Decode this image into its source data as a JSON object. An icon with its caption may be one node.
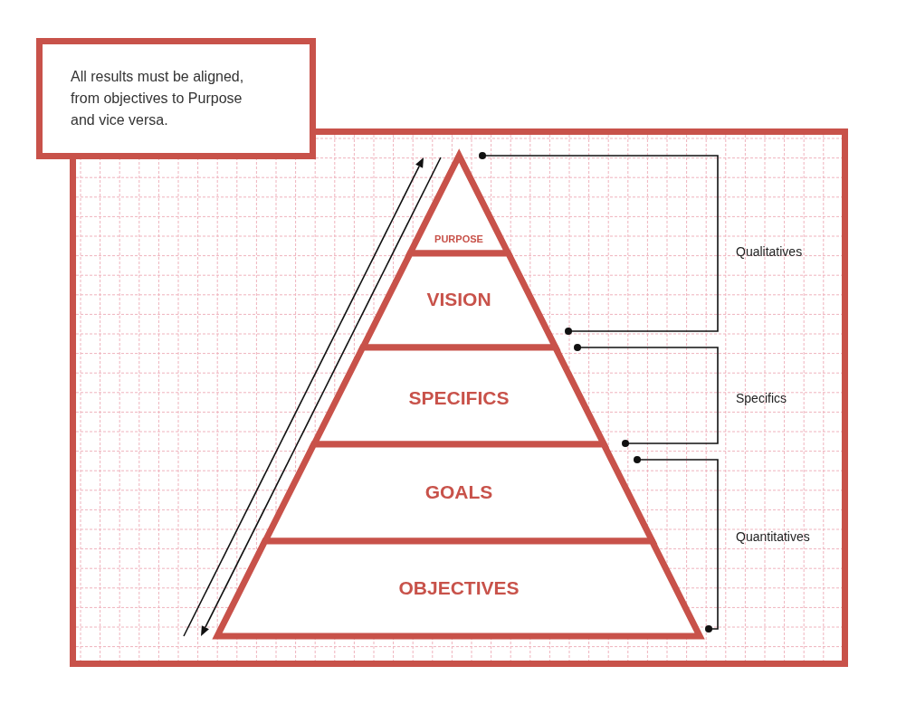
{
  "diagram": {
    "nodes": [
      {
        "text": [
          "All results must be aligned, from objectives to Purpose and vice versa."
        ]
      },
      {
        "text": [
          "PURPOSE"
        ]
      },
      {
        "text": [
          "VISION"
        ]
      },
      {
        "text": [
          "SPECIFICS"
        ]
      },
      {
        "text": [
          "GOALS"
        ]
      },
      {
        "text": [
          "OBJECTIVES"
        ]
      }
    ],
    "labels": [
      "Qualitatives",
      "Specifics",
      "Quantitatives"
    ]
  }
}
